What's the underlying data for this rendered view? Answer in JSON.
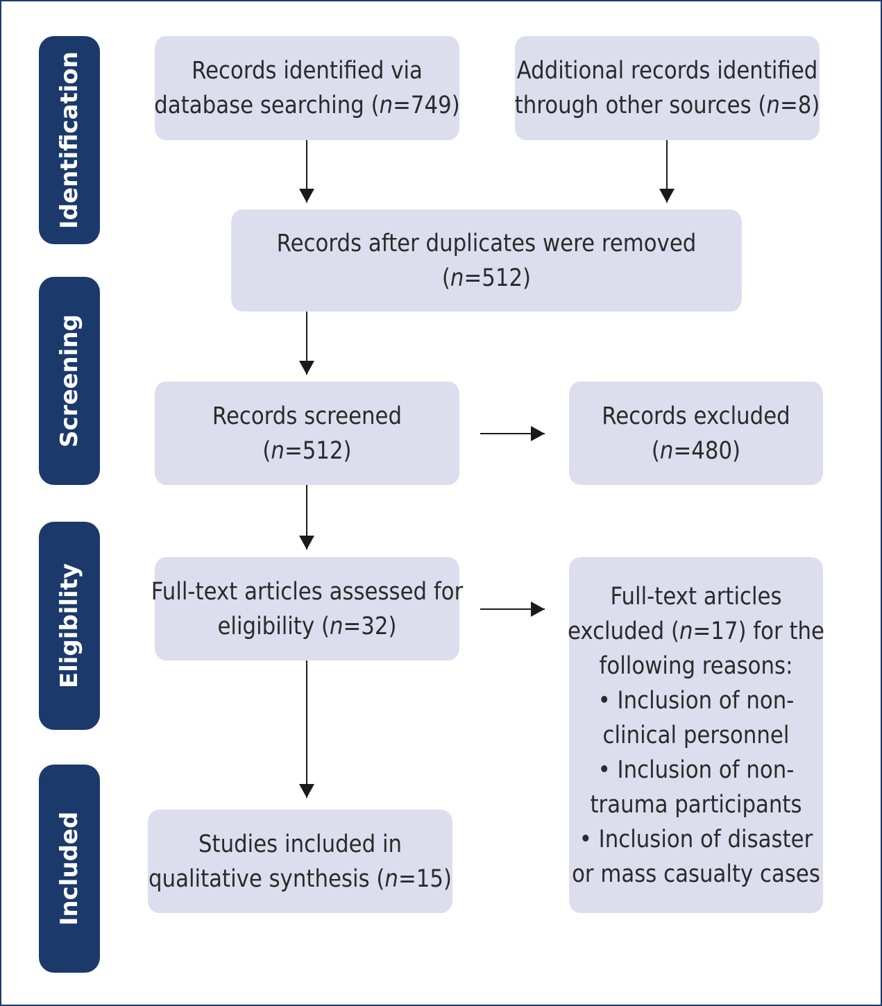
{
  "stages": {
    "identification": "Identification",
    "screening": "Screening",
    "eligibility": "Eligibility",
    "included": "Included"
  },
  "boxes": {
    "database": {
      "line1": "Records identified via",
      "line2_pre": "database searching (",
      "n_symbol": "n",
      "line2_post": "=749)"
    },
    "other_sources": {
      "line1": "Additional records identified",
      "line2_pre": "through other sources (",
      "n_symbol": "n",
      "line2_post": "=8)"
    },
    "deduplicated": {
      "line1": "Records after duplicates were removed",
      "line2_pre": "(",
      "n_symbol": "n",
      "line2_post": "=512)"
    },
    "screened": {
      "line1": "Records screened",
      "line2_pre": "(",
      "n_symbol": "n",
      "line2_post": "=512)"
    },
    "excluded": {
      "line1": "Records excluded",
      "line2_pre": "(",
      "n_symbol": "n",
      "line2_post": "=480)"
    },
    "fulltext": {
      "line1": "Full-text articles assessed for",
      "line2_pre": "eligibility (",
      "n_symbol": "n",
      "line2_post": "=32)"
    },
    "fulltext_excluded": {
      "line1": "Full-text articles",
      "line2_pre": "excluded (",
      "n_symbol": "n",
      "line2_post": "=17) for the",
      "line3": "following reasons:",
      "reasons": [
        "• Inclusion of non-",
        "clinical personnel",
        "• Inclusion of non-",
        "trauma participants",
        "• Inclusion of disaster",
        "or mass casualty cases"
      ]
    },
    "included": {
      "line1": "Studies included in",
      "line2_pre": "qualitative synthesis (",
      "n_symbol": "n",
      "line2_post": "=15)"
    }
  }
}
